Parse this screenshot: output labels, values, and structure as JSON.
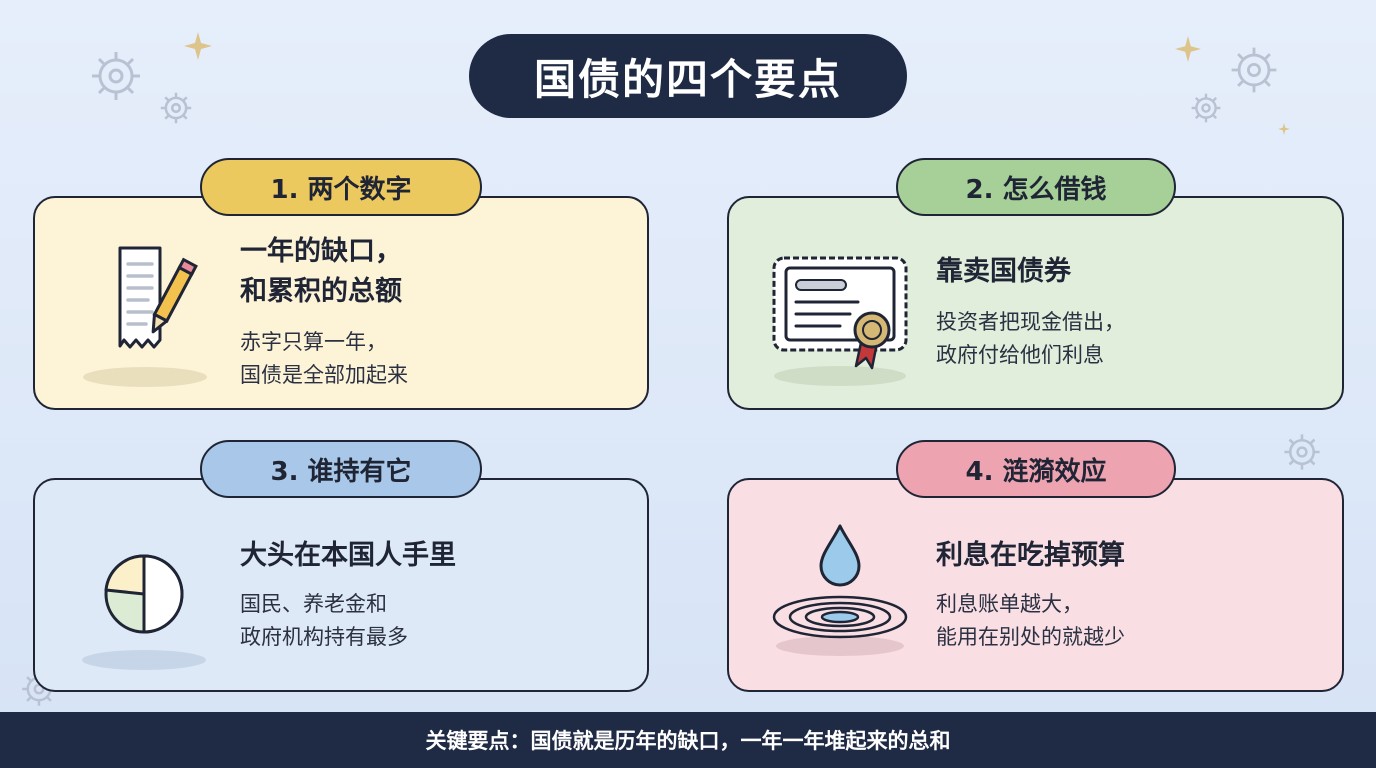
{
  "title": "国债的四个要点",
  "cards": [
    {
      "badge": "1. 两个数字",
      "heading_line1": "一年的缺口，",
      "heading_line2": "和累积的总额",
      "body_line1": "赤字只算一年，",
      "body_line2": "国债是全部加起来",
      "icon": "receipt-pencil-icon"
    },
    {
      "badge": "2. 怎么借钱",
      "heading_line1": "靠卖国债券",
      "body_line1": "投资者把现金借出，",
      "body_line2": "政府付给他们利息",
      "icon": "bond-certificate-icon"
    },
    {
      "badge": "3. 谁持有它",
      "heading_line1": "大头在本国人手里",
      "body_line1": "国民、养老金和",
      "body_line2": "政府机构持有最多",
      "icon": "pie-chart-icon"
    },
    {
      "badge": "4. 涟漪效应",
      "heading_line1": "利息在吃掉预算",
      "body_line1": "利息账单越大，",
      "body_line2": "能用在别处的就越少",
      "icon": "water-drop-ripple-icon"
    }
  ],
  "footer": "关键要点：国债就是历年的缺口，一年一年堆起来的总和",
  "colors": {
    "navy": "#1f2a44",
    "yellow": "#ecc95f",
    "green": "#a7cf98",
    "blue": "#a9c8e9",
    "pink": "#eea3b1"
  }
}
